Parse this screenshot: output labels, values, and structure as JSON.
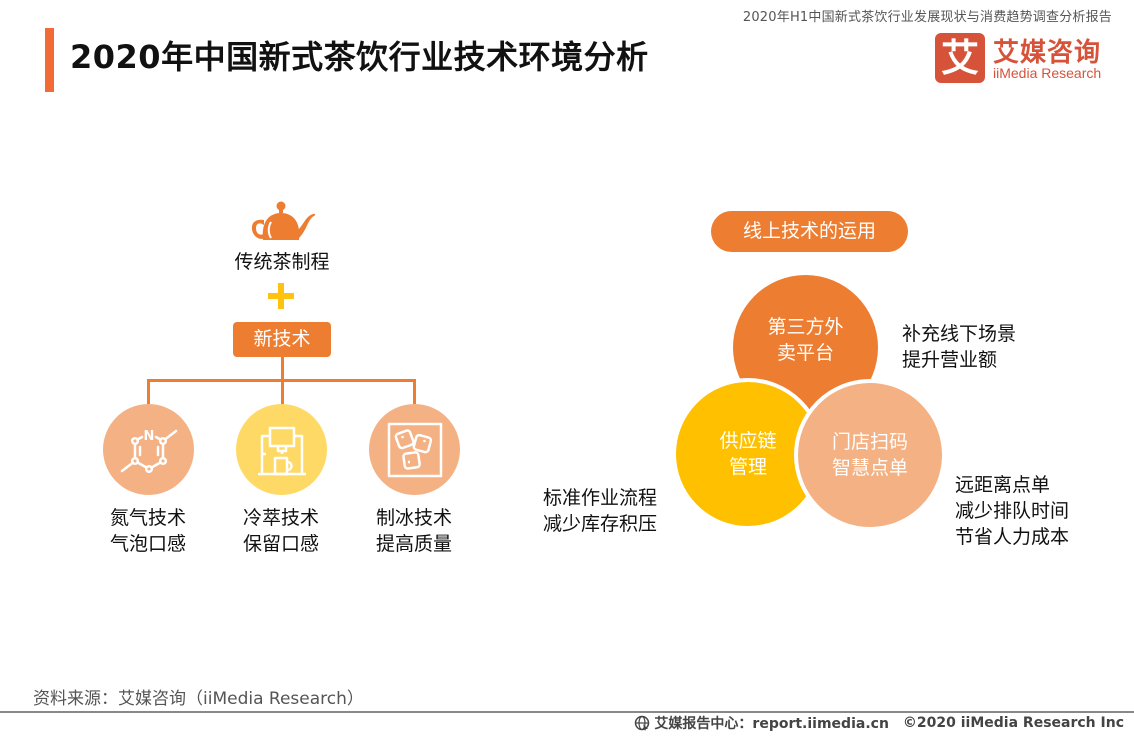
{
  "header": {
    "report_title": "2020年H1中国新式茶饮行业发展现状与消费趋势调查分析报告",
    "page_title": "2020年中国新式茶饮行业技术环境分析",
    "accent_color": "#f26a36",
    "logo": {
      "mark": "艾",
      "name_cn": "艾媒咨询",
      "name_en": "iiMedia Research",
      "color": "#d6533a"
    }
  },
  "left_diagram": {
    "top_icon": "teapot-icon",
    "traditional_label": "传统茶制程",
    "plus_icon": "plus-icon",
    "new_tech_label": "新技术",
    "techs": [
      {
        "icon": "molecule-icon",
        "color": "#f4b183",
        "line1": "氮气技术",
        "line2": "气泡口感"
      },
      {
        "icon": "coffee-machine-icon",
        "color": "#ffd966",
        "line1": "冷萃技术",
        "line2": "保留口感"
      },
      {
        "icon": "ice-cubes-icon",
        "color": "#f4b183",
        "line1": "制冰技术",
        "line2": "提高质量"
      }
    ]
  },
  "right_diagram": {
    "heading": "线上技术的运用",
    "circles": [
      {
        "name": "delivery",
        "line1": "第三方外",
        "line2": "卖平台",
        "color": "#ed7d31"
      },
      {
        "name": "supply-chain",
        "line1": "供应链",
        "line2": "管理",
        "color": "#ffc000"
      },
      {
        "name": "scan-order",
        "line1": "门店扫码",
        "line2": "智慧点单",
        "color": "#f4b183"
      }
    ],
    "notes": {
      "delivery": [
        "补充线下场景",
        "提升营业额"
      ],
      "supply_chain": [
        "标准作业流程",
        "减少库存积压"
      ],
      "scan_order": [
        "远距离点单",
        "减少排队时间",
        "节省人力成本"
      ]
    }
  },
  "footer": {
    "source": "资料来源：艾媒咨询（iiMedia Research）",
    "site_label": "艾媒报告中心：report.iimedia.cn",
    "copyright": "©2020  iiMedia Research  Inc"
  }
}
